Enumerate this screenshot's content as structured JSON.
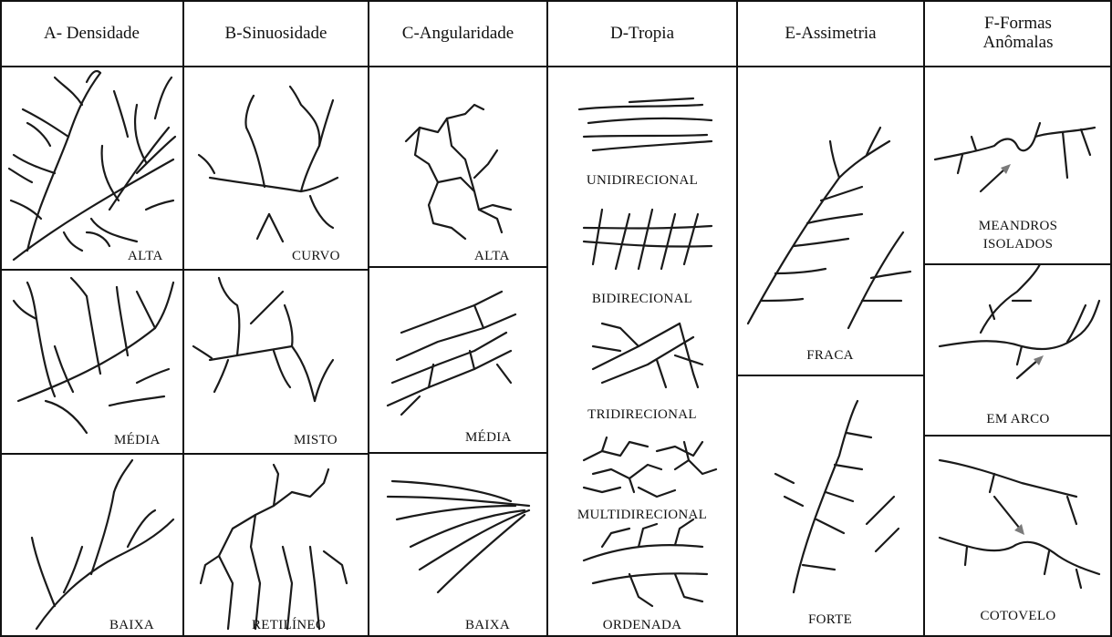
{
  "columns": [
    {
      "key": "A",
      "header": "A- Densidade",
      "cells": [
        {
          "label": "ALTA"
        },
        {
          "label": "MÉDIA"
        },
        {
          "label": "BAIXA"
        }
      ]
    },
    {
      "key": "B",
      "header": "B-Sinuosidade",
      "cells": [
        {
          "label": "CURVO"
        },
        {
          "label": "MISTO"
        },
        {
          "label": "RETILÍNEO"
        }
      ]
    },
    {
      "key": "C",
      "header": "C-Angularidade",
      "cells": [
        {
          "label": "ALTA"
        },
        {
          "label": "MÉDIA"
        },
        {
          "label": "BAIXA"
        }
      ]
    },
    {
      "key": "D",
      "header": "D-Tropia",
      "cells": [
        {
          "label": "UNIDIRECIONAL"
        },
        {
          "label": "BIDIRECIONAL"
        },
        {
          "label": "TRIDIRECIONAL"
        },
        {
          "label": "MULTIDIRECIONAL"
        },
        {
          "label": "ORDENADA"
        }
      ]
    },
    {
      "key": "E",
      "header": "E-Assimetria",
      "cells": [
        {
          "label": "FRACA"
        },
        {
          "label": "FORTE"
        }
      ]
    },
    {
      "key": "F",
      "header_line1": "F-Formas",
      "header_line2": "Anômalas",
      "cells": [
        {
          "label_line1": "MEANDROS",
          "label_line2": "ISOLADOS"
        },
        {
          "label": "EM ARCO"
        },
        {
          "label": "COTOVELO"
        }
      ]
    }
  ],
  "colors": {
    "lines": "#111111",
    "drawing": "#1a1a1a",
    "arrow": "#7a7a7a",
    "background": "#ffffff"
  }
}
